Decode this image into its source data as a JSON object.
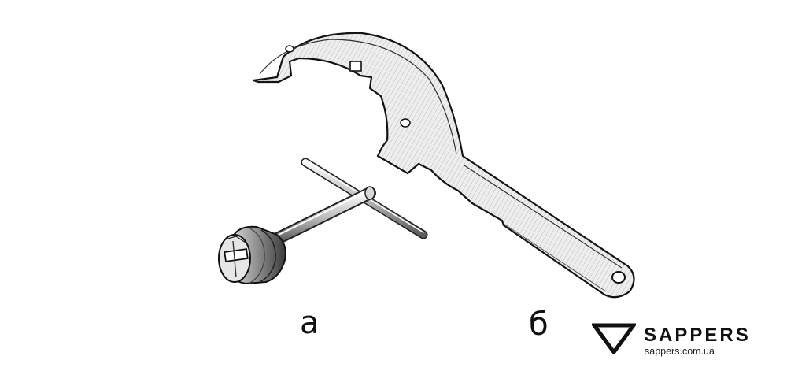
{
  "labels": {
    "a": "а",
    "b": "б"
  },
  "logo": {
    "name": "SAPPERS",
    "url": "sappers.com.ua"
  },
  "icons": {
    "mark": "triangle-down-icon"
  },
  "colors": {
    "ink": "#111111",
    "metal": "#e9e9e9",
    "background": "#ffffff"
  }
}
